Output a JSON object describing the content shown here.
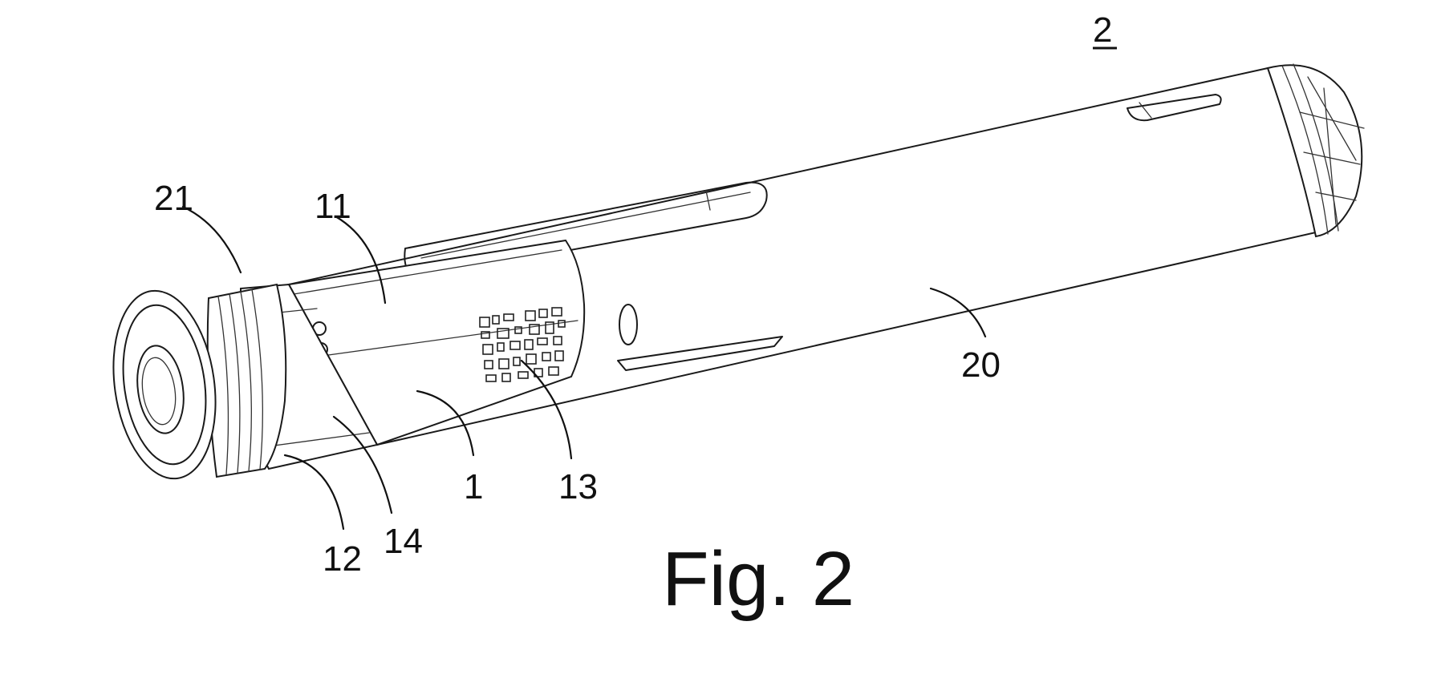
{
  "figure": {
    "caption": "Fig. 2",
    "device_reference": "2",
    "reference_numerals": [
      {
        "key": "n21",
        "text": "21"
      },
      {
        "key": "n11",
        "text": "11"
      },
      {
        "key": "n1",
        "text": "1"
      },
      {
        "key": "n13",
        "text": "13"
      },
      {
        "key": "n14",
        "text": "14"
      },
      {
        "key": "n12",
        "text": "12"
      },
      {
        "key": "n20",
        "text": "20"
      }
    ]
  }
}
